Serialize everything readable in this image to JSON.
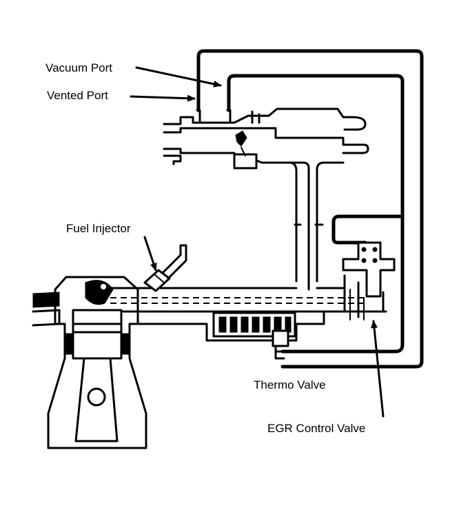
{
  "labels": {
    "vacuum_port": "Vacuum Port",
    "vented_port": "Vented Port",
    "fuel_injector": "Fuel Injector",
    "thermo_valve": "Thermo Valve",
    "egr_control_valve": "EGR Control Valve"
  },
  "colors": {
    "ink": "#000000",
    "paper": "#ffffff"
  }
}
